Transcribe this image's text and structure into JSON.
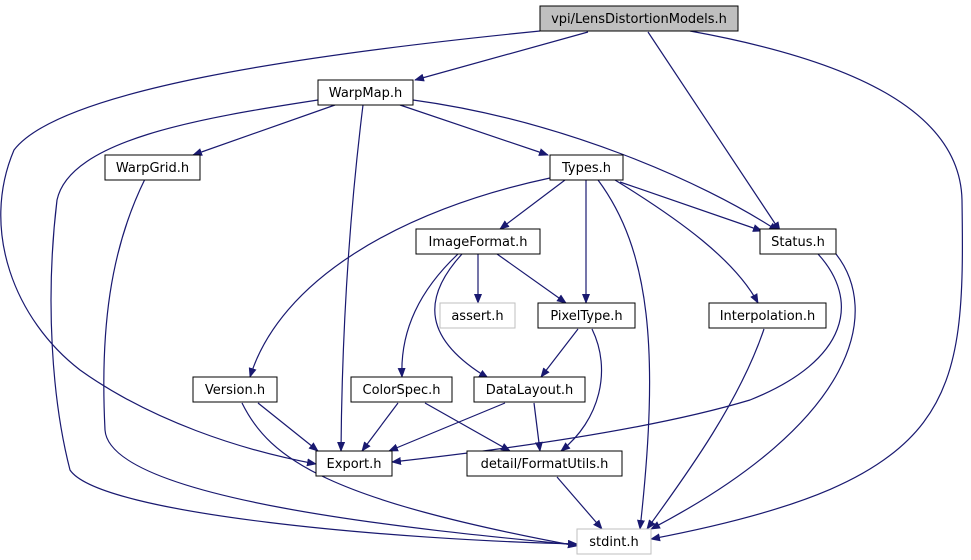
{
  "colors": {
    "edge": "#191970",
    "node_border": "#000000",
    "node_border_external": "#bfbfbf",
    "node_fill": "#ffffff",
    "root_fill": "#bfbfbf"
  },
  "nodes": {
    "root": {
      "label": "vpi/LensDistortionModels.h"
    },
    "warpmap": {
      "label": "WarpMap.h"
    },
    "warpgrid": {
      "label": "WarpGrid.h"
    },
    "types": {
      "label": "Types.h"
    },
    "imageformat": {
      "label": "ImageFormat.h"
    },
    "status": {
      "label": "Status.h"
    },
    "assert": {
      "label": "assert.h"
    },
    "pixeltype": {
      "label": "PixelType.h"
    },
    "interpolation": {
      "label": "Interpolation.h"
    },
    "version": {
      "label": "Version.h"
    },
    "colorspec": {
      "label": "ColorSpec.h"
    },
    "datalayout": {
      "label": "DataLayout.h"
    },
    "export": {
      "label": "Export.h"
    },
    "formatutils": {
      "label": "detail/FormatUtils.h"
    },
    "stdint": {
      "label": "stdint.h"
    }
  },
  "edges": [
    [
      "root",
      "warpmap"
    ],
    [
      "root",
      "export"
    ],
    [
      "root",
      "status"
    ],
    [
      "root",
      "stdint"
    ],
    [
      "warpmap",
      "warpgrid"
    ],
    [
      "warpmap",
      "types"
    ],
    [
      "warpmap",
      "status"
    ],
    [
      "warpmap",
      "export"
    ],
    [
      "warpmap",
      "stdint"
    ],
    [
      "warpgrid",
      "stdint"
    ],
    [
      "types",
      "imageformat"
    ],
    [
      "types",
      "pixeltype"
    ],
    [
      "types",
      "status"
    ],
    [
      "types",
      "interpolation"
    ],
    [
      "types",
      "version"
    ],
    [
      "types",
      "stdint"
    ],
    [
      "imageformat",
      "assert"
    ],
    [
      "imageformat",
      "pixeltype"
    ],
    [
      "imageformat",
      "colorspec"
    ],
    [
      "imageformat",
      "datalayout"
    ],
    [
      "status",
      "export"
    ],
    [
      "status",
      "stdint"
    ],
    [
      "pixeltype",
      "datalayout"
    ],
    [
      "pixeltype",
      "formatutils"
    ],
    [
      "interpolation",
      "stdint"
    ],
    [
      "version",
      "export"
    ],
    [
      "version",
      "stdint"
    ],
    [
      "colorspec",
      "export"
    ],
    [
      "colorspec",
      "formatutils"
    ],
    [
      "datalayout",
      "export"
    ],
    [
      "datalayout",
      "formatutils"
    ],
    [
      "formatutils",
      "stdint"
    ]
  ]
}
